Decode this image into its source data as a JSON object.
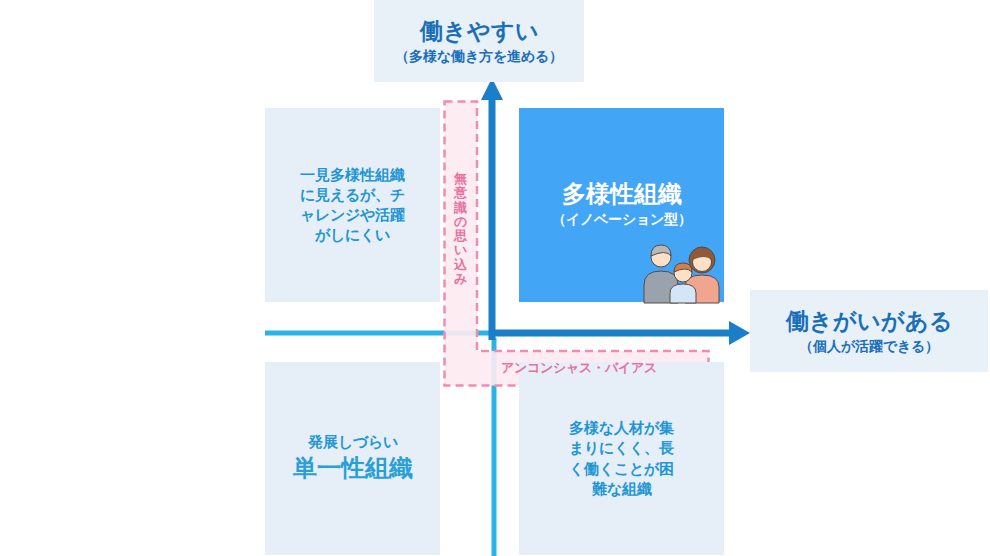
{
  "diagram": {
    "nodes": [
      {
        "text": [
          "働きやすい",
          "（多様な働き方を進める）"
        ]
      },
      {
        "text": [
          "一見多様性組織に見えるが、チャレンジや活躍がしにくい"
        ]
      },
      {
        "text": [
          "無意識の思い込み",
          "アンコンシャス・バイアス"
        ]
      },
      {
        "text": [
          "多様性組織",
          "（イノベーション型）"
        ]
      },
      {
        "text": [
          "働きがいがある",
          "（個人が活躍できる）"
        ]
      },
      {
        "text": [
          "発展しづらい",
          "単一性組織"
        ]
      },
      {
        "text": [
          "多様な人材が集まりにくく、長く働くことが困難な組織"
        ]
      }
    ]
  }
}
